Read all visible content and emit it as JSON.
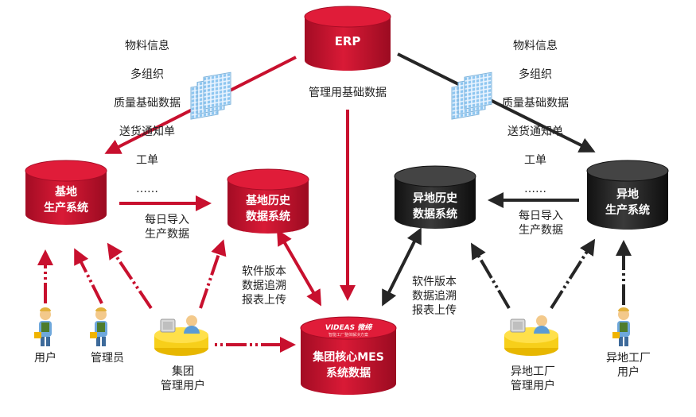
{
  "erp": {
    "label": "ERP",
    "caption": "管理用基础数据"
  },
  "left_docs": [
    "物料信息",
    "多组织",
    "质量基础数据",
    "送货通知单",
    "工单",
    "……"
  ],
  "right_docs": [
    "物料信息",
    "多组织",
    "质量基础数据",
    "送货通知单",
    "工单",
    "……"
  ],
  "local_production": "基地\n生产系统",
  "local_history": "基地历史\n数据系统",
  "remote_history": "异地历史\n数据系统",
  "remote_production": "异地\n生产系统",
  "daily_import_left": "每日导入\n生产数据",
  "daily_import_right": "每日导入\n生产数据",
  "software_left": "软件版本\n数据追溯\n报表上传",
  "software_right": "软件版本\n数据追溯\n报表上传",
  "mes": {
    "logo": "VIDEAS 微缔",
    "logo_sub": "智能工厂整体解决方案",
    "label": "集团核心MES\n系统数据"
  },
  "users": {
    "user": "用户",
    "admin": "管理员",
    "group_admin": "集团\n管理用户",
    "remote_factory_admin": "异地工厂\n管理用户",
    "remote_factory_user": "异地工厂\n用户"
  },
  "colors": {
    "red": "#c8102e",
    "red_dark": "#9e0b22",
    "black": "#262626",
    "black_dark": "#111111"
  }
}
